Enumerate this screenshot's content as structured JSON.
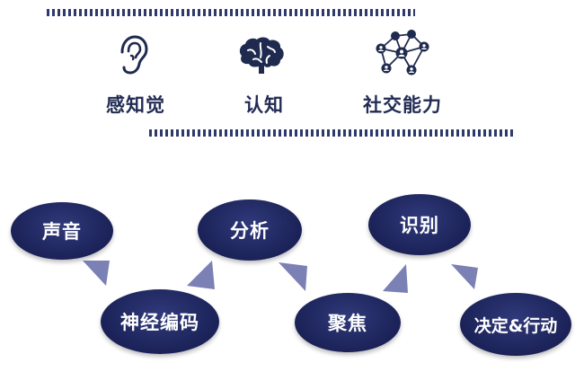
{
  "categories": [
    {
      "label": "感知觉",
      "icon": "ear-icon"
    },
    {
      "label": "认知",
      "icon": "brain-icon"
    },
    {
      "label": "社交能力",
      "icon": "social-network-icon"
    }
  ],
  "process": {
    "nodes": [
      "声音",
      "神经编码",
      "分析",
      "聚焦",
      "识别",
      "决定&行动"
    ]
  },
  "colors": {
    "navy": "#1b2258",
    "text_dark": "#222b54",
    "arrow": "#7b80b5",
    "dash": "#2f3a6a"
  }
}
